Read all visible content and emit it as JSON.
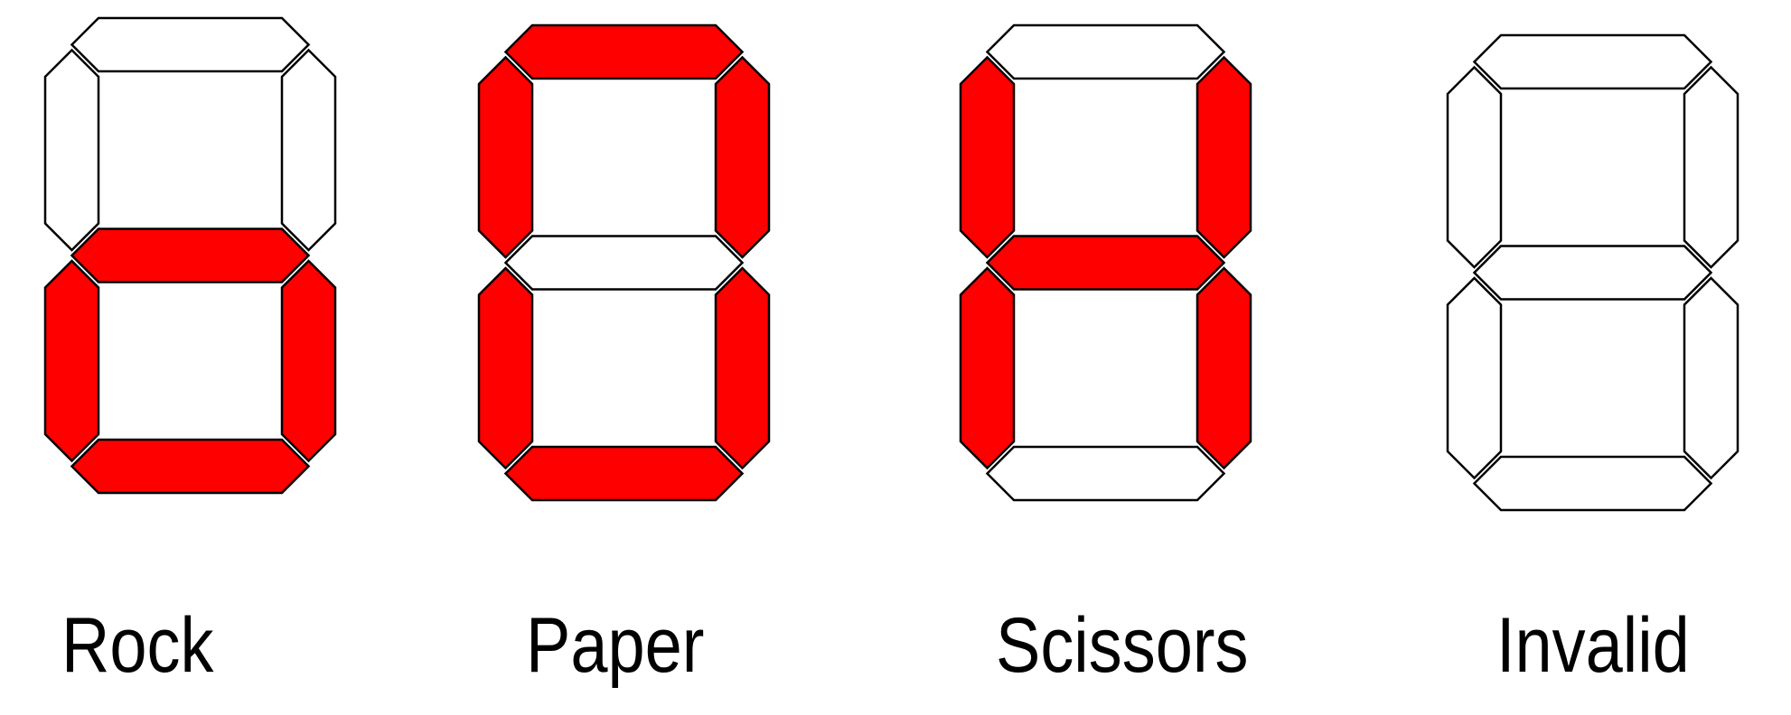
{
  "colors": {
    "segment_on": "#ff0000",
    "segment_off": "#ffffff",
    "segment_stroke": "#000000",
    "label_text": "#000000"
  },
  "segment_order": [
    "a",
    "b",
    "c",
    "d",
    "e",
    "f",
    "g"
  ],
  "displays": [
    {
      "label": "Rock",
      "segments_on": {
        "a": false,
        "b": false,
        "c": true,
        "d": true,
        "e": true,
        "f": false,
        "g": true
      }
    },
    {
      "label": "Paper",
      "segments_on": {
        "a": true,
        "b": true,
        "c": true,
        "d": true,
        "e": true,
        "f": true,
        "g": false
      }
    },
    {
      "label": "Scissors",
      "segments_on": {
        "a": false,
        "b": true,
        "c": true,
        "d": false,
        "e": true,
        "f": true,
        "g": true
      }
    },
    {
      "label": "Invalid",
      "segments_on": {
        "a": false,
        "b": false,
        "c": false,
        "d": false,
        "e": false,
        "f": false,
        "g": false
      }
    }
  ]
}
